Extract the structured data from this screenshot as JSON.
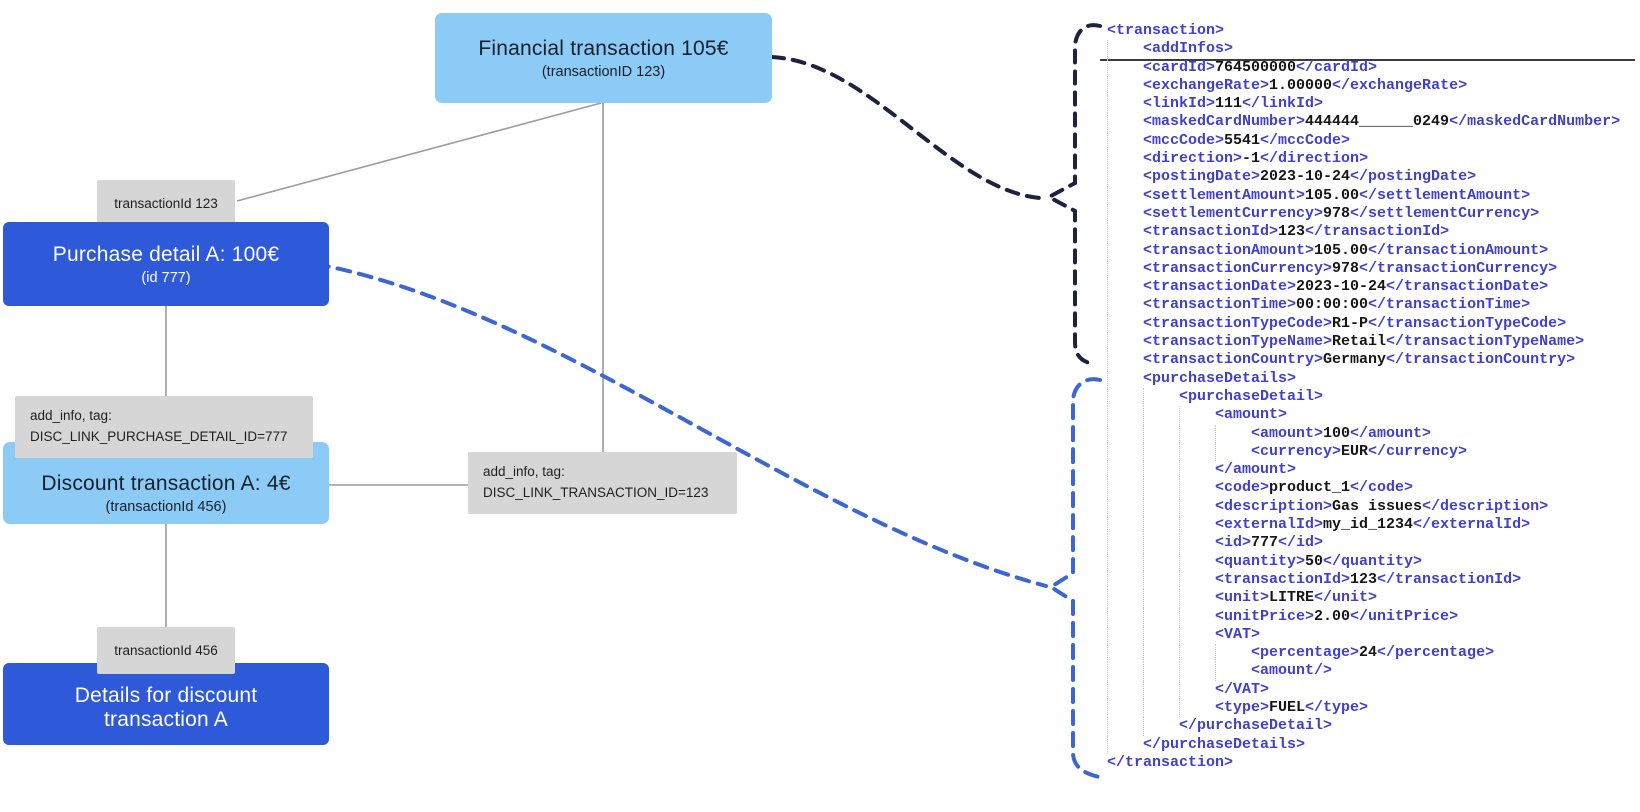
{
  "colors": {
    "light_blue": "#8dcbf7",
    "dark_blue": "#2e59d8",
    "label_gray": "#d6d6d6",
    "gray_line": "#9b9b9b",
    "black_dash": "#1d2142",
    "blue_dash": "#3b66d4",
    "xml_tag": "#4040cc",
    "xml_value": "#161616"
  },
  "diagram": {
    "financial_box": {
      "title": "Financial transaction 105€",
      "subtitle": "(transactionID 123)"
    },
    "label_txn_123": "transactionId 123",
    "purchase_box": {
      "title": "Purchase detail A: 100€",
      "subtitle": "(id 777)"
    },
    "addinfo_purchase": {
      "line1": "add_info, tag:",
      "line2": "DISC_LINK_PURCHASE_DETAIL_ID=777"
    },
    "discount_box": {
      "title": "Discount transaction A: 4€",
      "subtitle": "(transactionId 456)"
    },
    "addinfo_transaction": {
      "line1": "add_info, tag:",
      "line2": "DISC_LINK_TRANSACTION_ID=123"
    },
    "label_txn_456": "transactionId 456",
    "details_box": {
      "title_line1": "Details for discount",
      "title_line2": "transaction A"
    }
  },
  "xml": {
    "lines": [
      {
        "i": 0,
        "p": [
          [
            "t",
            "<transaction>"
          ]
        ]
      },
      {
        "i": 1,
        "p": [
          [
            "t",
            "<addInfos>"
          ]
        ]
      },
      {
        "i": 1,
        "p": [
          [
            "t",
            "<cardId>"
          ],
          [
            "v",
            "764500000"
          ],
          [
            "t",
            "</cardId>"
          ]
        ]
      },
      {
        "i": 1,
        "p": [
          [
            "t",
            "<exchangeRate>"
          ],
          [
            "v",
            "1.00000"
          ],
          [
            "t",
            "</exchangeRate>"
          ]
        ]
      },
      {
        "i": 1,
        "p": [
          [
            "t",
            "<linkId>"
          ],
          [
            "v",
            "111"
          ],
          [
            "t",
            "</linkId>"
          ]
        ]
      },
      {
        "i": 1,
        "p": [
          [
            "t",
            "<maskedCardNumber>"
          ],
          [
            "v",
            "444444______0249"
          ],
          [
            "t",
            "</maskedCardNumber>"
          ]
        ]
      },
      {
        "i": 1,
        "p": [
          [
            "t",
            "<mccCode>"
          ],
          [
            "v",
            "5541"
          ],
          [
            "t",
            "</mccCode>"
          ]
        ]
      },
      {
        "i": 1,
        "p": [
          [
            "t",
            "<direction>"
          ],
          [
            "v",
            "-1"
          ],
          [
            "t",
            "</direction>"
          ]
        ]
      },
      {
        "i": 1,
        "p": [
          [
            "t",
            "<postingDate>"
          ],
          [
            "v",
            "2023-10-24"
          ],
          [
            "t",
            "</postingDate>"
          ]
        ]
      },
      {
        "i": 1,
        "p": [
          [
            "t",
            "<settlementAmount>"
          ],
          [
            "v",
            "105.00"
          ],
          [
            "t",
            "</settlementAmount>"
          ]
        ]
      },
      {
        "i": 1,
        "p": [
          [
            "t",
            "<settlementCurrency>"
          ],
          [
            "v",
            "978"
          ],
          [
            "t",
            "</settlementCurrency>"
          ]
        ]
      },
      {
        "i": 1,
        "p": [
          [
            "t",
            "<transactionId>"
          ],
          [
            "v",
            "123"
          ],
          [
            "t",
            "</transactionId>"
          ]
        ]
      },
      {
        "i": 1,
        "p": [
          [
            "t",
            "<transactionAmount>"
          ],
          [
            "v",
            "105.00"
          ],
          [
            "t",
            "</transactionAmount>"
          ]
        ]
      },
      {
        "i": 1,
        "p": [
          [
            "t",
            "<transactionCurrency>"
          ],
          [
            "v",
            "978"
          ],
          [
            "t",
            "</transactionCurrency>"
          ]
        ]
      },
      {
        "i": 1,
        "p": [
          [
            "t",
            "<transactionDate>"
          ],
          [
            "v",
            "2023-10-24"
          ],
          [
            "t",
            "</transactionDate>"
          ]
        ]
      },
      {
        "i": 1,
        "p": [
          [
            "t",
            "<transactionTime>"
          ],
          [
            "v",
            "00:00:00"
          ],
          [
            "t",
            "</transactionTime>"
          ]
        ]
      },
      {
        "i": 1,
        "p": [
          [
            "t",
            "<transactionTypeCode>"
          ],
          [
            "v",
            "R1-P"
          ],
          [
            "t",
            "</transactionTypeCode>"
          ]
        ]
      },
      {
        "i": 1,
        "p": [
          [
            "t",
            "<transactionTypeName>"
          ],
          [
            "v",
            "Retail"
          ],
          [
            "t",
            "</transactionTypeName>"
          ]
        ]
      },
      {
        "i": 1,
        "p": [
          [
            "t",
            "<transactionCountry>"
          ],
          [
            "v",
            "Germany"
          ],
          [
            "t",
            "</transactionCountry>"
          ]
        ]
      },
      {
        "i": 1,
        "p": [
          [
            "t",
            "<purchaseDetails>"
          ]
        ]
      },
      {
        "i": 2,
        "p": [
          [
            "t",
            "<purchaseDetail>"
          ]
        ]
      },
      {
        "i": 3,
        "p": [
          [
            "t",
            "<amount>"
          ]
        ]
      },
      {
        "i": 4,
        "p": [
          [
            "t",
            "<amount>"
          ],
          [
            "v",
            "100"
          ],
          [
            "t",
            "</amount>"
          ]
        ]
      },
      {
        "i": 4,
        "p": [
          [
            "t",
            "<currency>"
          ],
          [
            "v",
            "EUR"
          ],
          [
            "t",
            "</currency>"
          ]
        ]
      },
      {
        "i": 3,
        "p": [
          [
            "t",
            "</amount>"
          ]
        ]
      },
      {
        "i": 3,
        "p": [
          [
            "t",
            "<code>"
          ],
          [
            "v",
            "product_1"
          ],
          [
            "t",
            "</code>"
          ]
        ]
      },
      {
        "i": 3,
        "p": [
          [
            "t",
            "<description>"
          ],
          [
            "v",
            "Gas issues"
          ],
          [
            "t",
            "</description>"
          ]
        ]
      },
      {
        "i": 3,
        "p": [
          [
            "t",
            "<externalId>"
          ],
          [
            "v",
            "my_id_1234"
          ],
          [
            "t",
            "</externalId>"
          ]
        ]
      },
      {
        "i": 3,
        "p": [
          [
            "t",
            "<id>"
          ],
          [
            "v",
            "777"
          ],
          [
            "t",
            "</id>"
          ]
        ]
      },
      {
        "i": 3,
        "p": [
          [
            "t",
            "<quantity>"
          ],
          [
            "v",
            "50"
          ],
          [
            "t",
            "</quantity>"
          ]
        ]
      },
      {
        "i": 3,
        "p": [
          [
            "t",
            "<transactionId>"
          ],
          [
            "v",
            "123"
          ],
          [
            "t",
            "</transactionId>"
          ]
        ]
      },
      {
        "i": 3,
        "p": [
          [
            "t",
            "<unit>"
          ],
          [
            "v",
            "LITRE"
          ],
          [
            "t",
            "</unit>"
          ]
        ]
      },
      {
        "i": 3,
        "p": [
          [
            "t",
            "<unitPrice>"
          ],
          [
            "v",
            "2.00"
          ],
          [
            "t",
            "</unitPrice>"
          ]
        ]
      },
      {
        "i": 3,
        "p": [
          [
            "t",
            "<VAT>"
          ]
        ]
      },
      {
        "i": 4,
        "p": [
          [
            "t",
            "<percentage>"
          ],
          [
            "v",
            "24"
          ],
          [
            "t",
            "</percentage>"
          ]
        ]
      },
      {
        "i": 4,
        "p": [
          [
            "t",
            "<amount/>"
          ]
        ]
      },
      {
        "i": 3,
        "p": [
          [
            "t",
            "</VAT>"
          ]
        ]
      },
      {
        "i": 3,
        "p": [
          [
            "t",
            "<type>"
          ],
          [
            "v",
            "FUEL"
          ],
          [
            "t",
            "</type>"
          ]
        ]
      },
      {
        "i": 2,
        "p": [
          [
            "t",
            "</purchaseDetail>"
          ]
        ]
      },
      {
        "i": 1,
        "p": [
          [
            "t",
            "</purchaseDetails>"
          ]
        ]
      },
      {
        "i": 0,
        "p": [
          [
            "t",
            "</transaction>"
          ]
        ]
      }
    ]
  }
}
